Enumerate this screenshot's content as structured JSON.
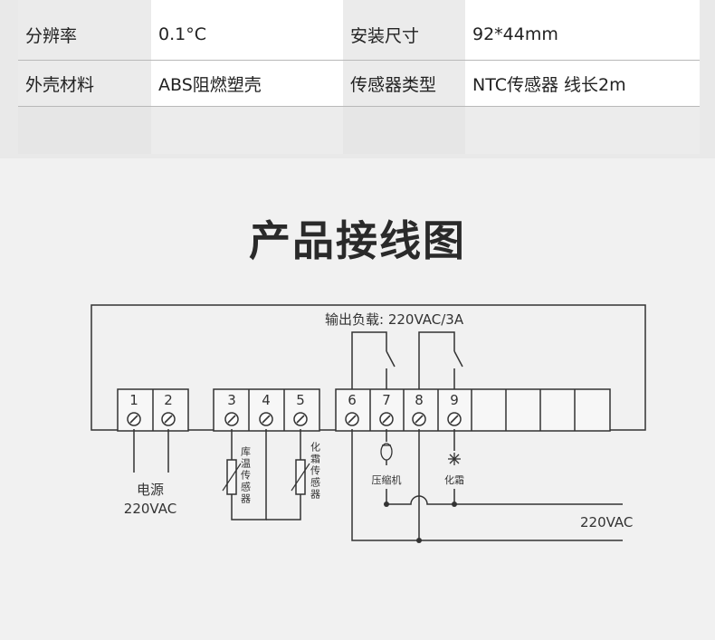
{
  "specs": {
    "rows": [
      [
        {
          "label": "分辨率"
        },
        {
          "value": "0.1°C"
        },
        {
          "label": "安装尺寸"
        },
        {
          "value": "92*44mm"
        }
      ],
      [
        {
          "label": "外壳材料"
        },
        {
          "value": "ABS阻燃塑壳"
        },
        {
          "label": "传感器类型"
        },
        {
          "value": "NTC传感器 线长2m"
        }
      ]
    ]
  },
  "diagram": {
    "title": "产品接线图",
    "output_label": "输出负载: 220VAC/3A",
    "terminals": [
      "1",
      "2",
      "3",
      "4",
      "5",
      "6",
      "7",
      "8",
      "9"
    ],
    "power_label": "电源",
    "power_voltage": "220VAC",
    "sensor_room": "库温传感器",
    "sensor_defrost": "化霜传感器",
    "compressor_label": "压缩机",
    "defrost_label": "化霜",
    "supply_voltage": "220VAC"
  }
}
